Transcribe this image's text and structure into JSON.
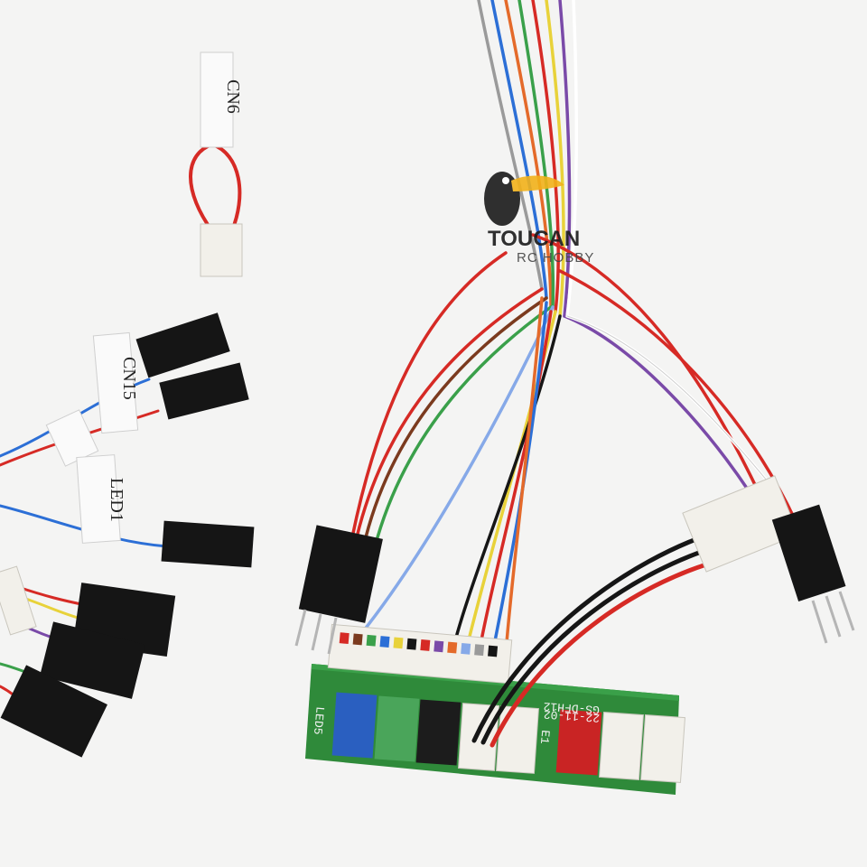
{
  "labels": {
    "cn6": "CN6",
    "cn15": "CN15",
    "led1": "LED1"
  },
  "board": {
    "model_text": "GS-DFH12",
    "date_text": "22-11-02",
    "led5_text": "LED5",
    "ep_text": "E1"
  },
  "watermark": {
    "brand": "TOUCAN",
    "sub": "RC HOBBY"
  },
  "colors": {
    "pcb": "#2f8a3a",
    "red_wire": "#d62a25",
    "black_wire": "#161616",
    "white_connector": "#f2f0ea",
    "blue_connector": "#2a5fc0",
    "green_connector": "#4aa55a",
    "red_connector": "#c92424"
  }
}
